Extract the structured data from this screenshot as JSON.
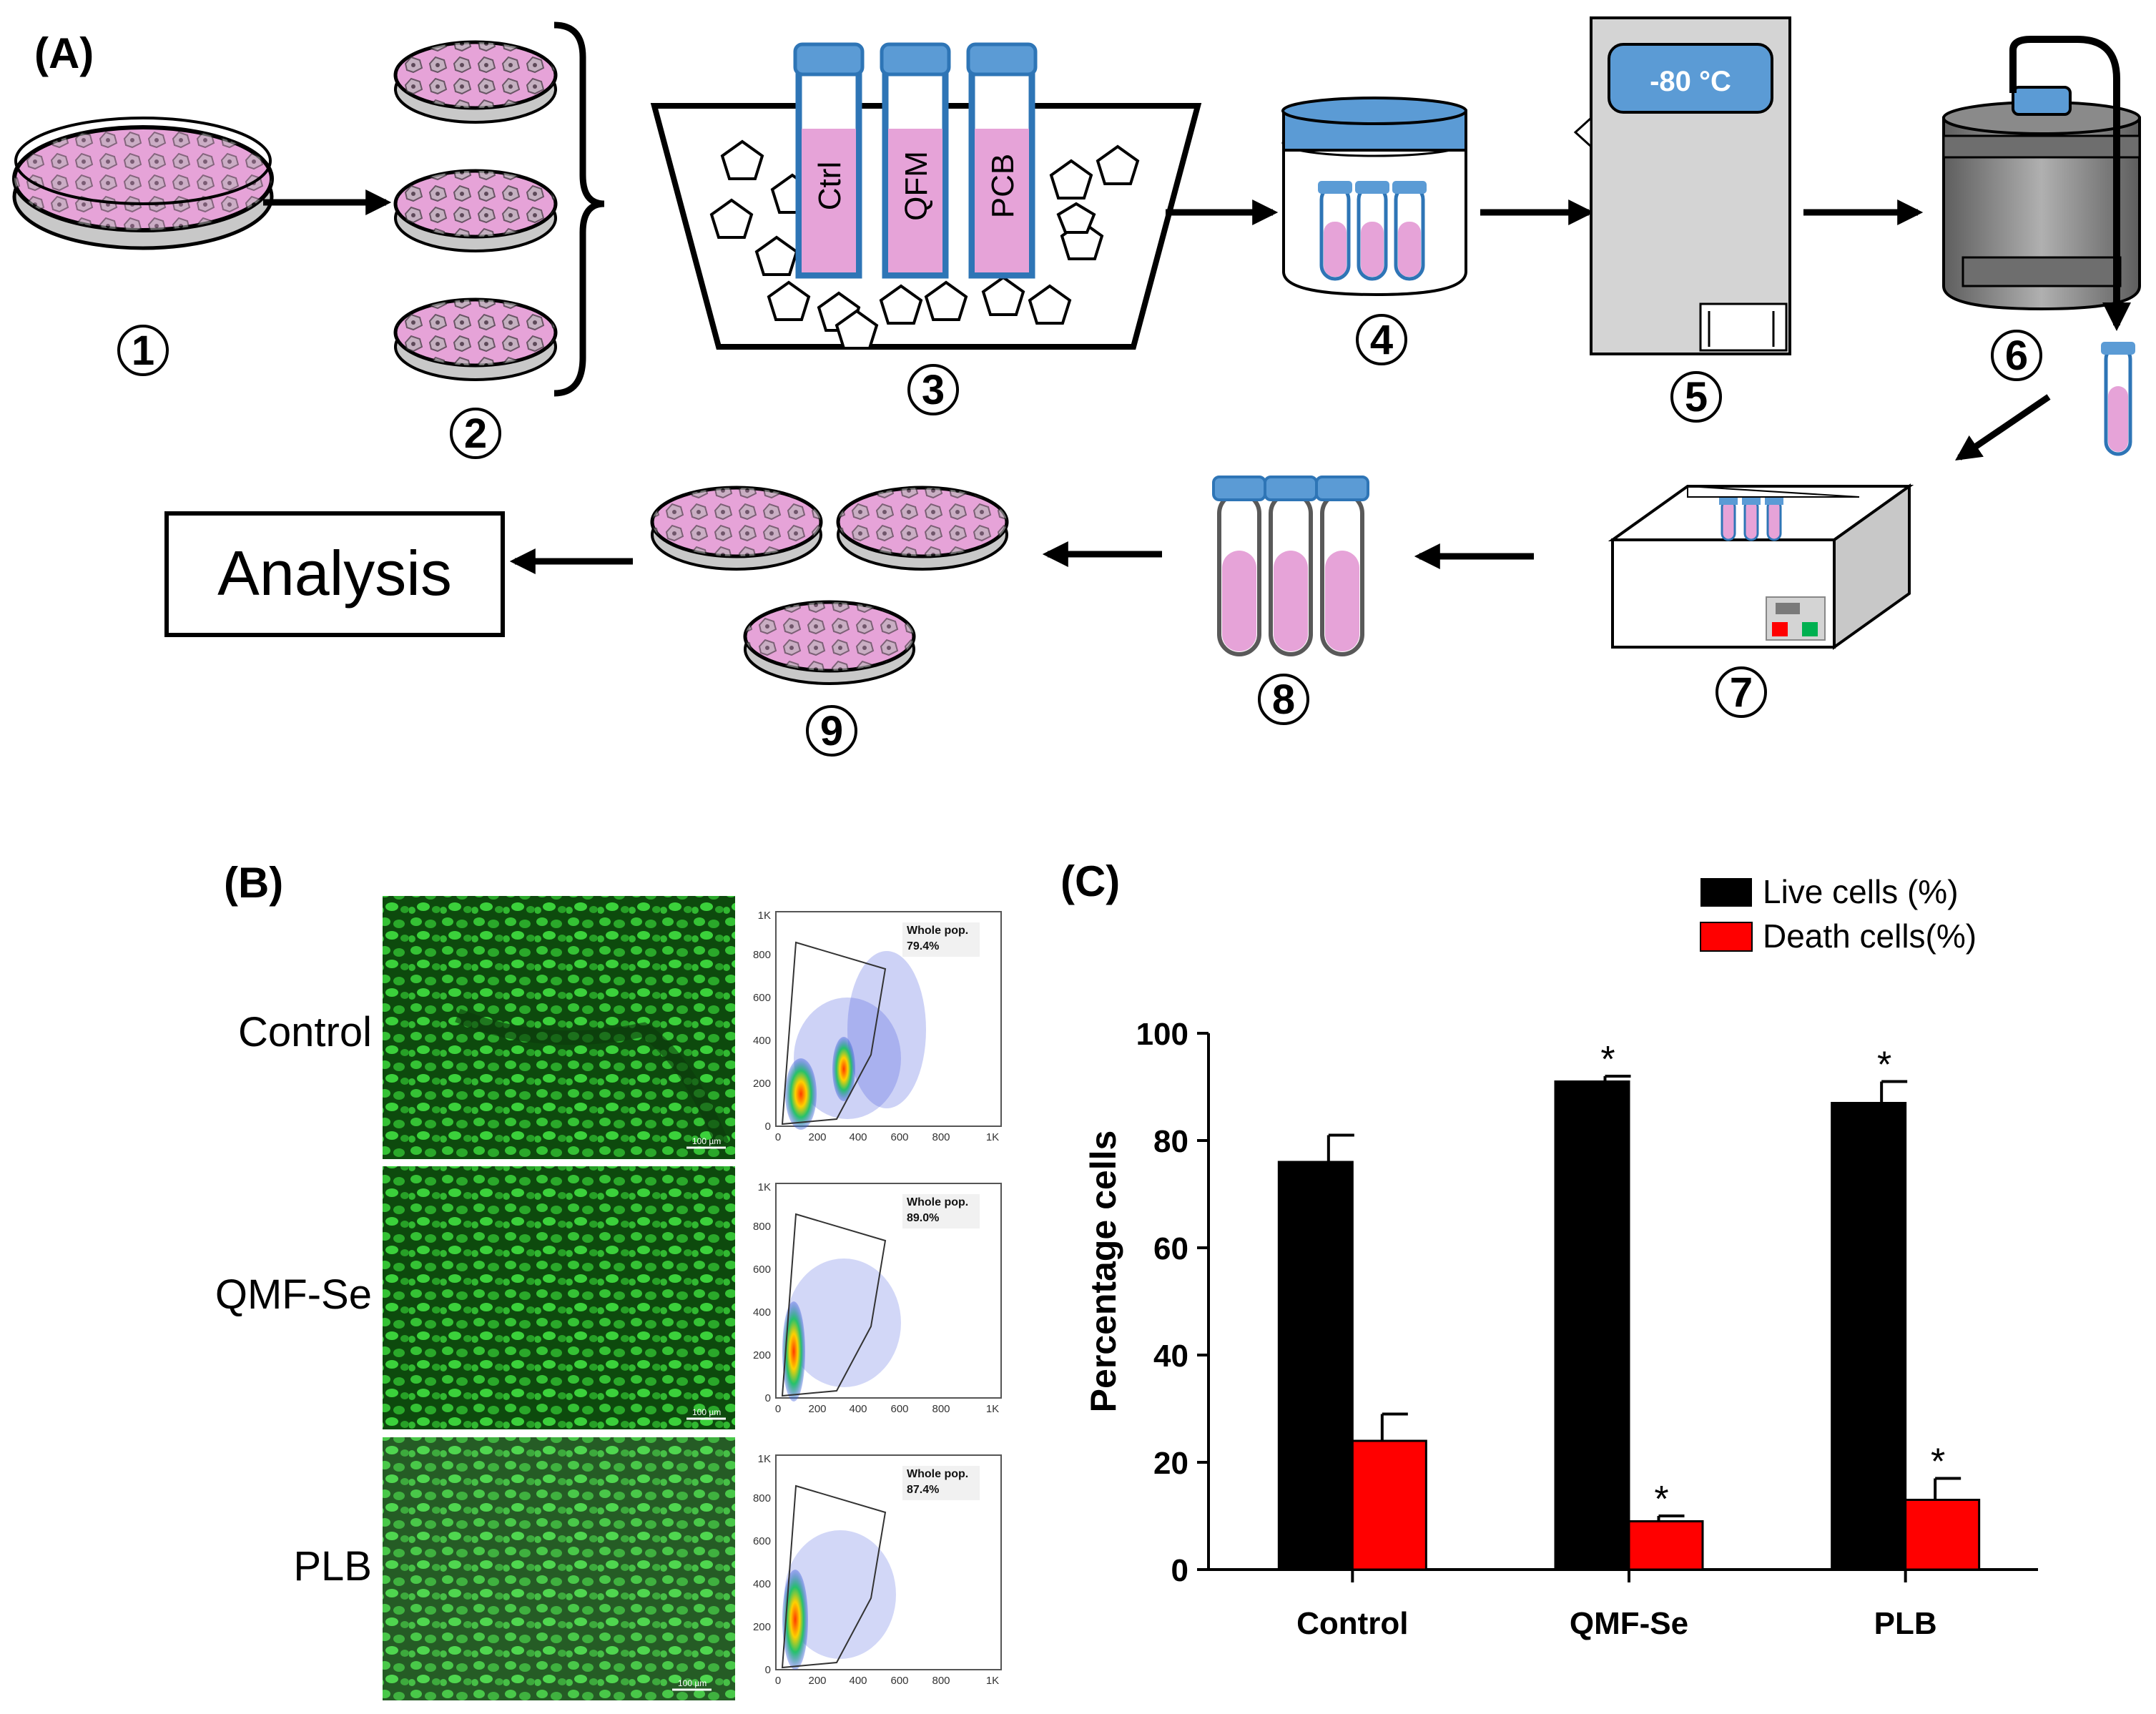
{
  "panels": {
    "a_label": "(A)",
    "b_label": "(B)",
    "c_label": "(C)"
  },
  "workflow": {
    "steps": [
      "1",
      "2",
      "3",
      "4",
      "5",
      "6",
      "7",
      "8",
      "9"
    ],
    "tube_labels": [
      "Ctrl",
      "QFM",
      "PCB"
    ],
    "freezer_temp": "-80 °C",
    "analysis_label": "Analysis"
  },
  "microscopy": {
    "rows": [
      "Control",
      "QMF-Se",
      "PLB"
    ],
    "scale_bar": "100 µm",
    "gate_name": "Whole pop.",
    "gate_percent": [
      "79.4%",
      "89.0%",
      "87.4%"
    ],
    "flow_y_ticks": [
      "0",
      "200",
      "400",
      "600",
      "800",
      "1K"
    ],
    "flow_x_ticks": [
      "0",
      "200",
      "400",
      "600",
      "800",
      "1K"
    ]
  },
  "chart_data": {
    "type": "bar",
    "categories": [
      "Control",
      "QMF-Se",
      "PLB"
    ],
    "series": [
      {
        "name": "Live cells (%)",
        "color": "#000000",
        "values": [
          76,
          91,
          87
        ],
        "errors": [
          5,
          1,
          4
        ],
        "significant": [
          false,
          true,
          true
        ]
      },
      {
        "name": "Death cells(%)",
        "color": "#ff0000",
        "values": [
          24,
          9,
          13
        ],
        "errors": [
          5,
          1,
          4
        ],
        "significant": [
          false,
          true,
          true
        ]
      }
    ],
    "ylabel": "Percentage cells",
    "ylim": [
      0,
      100
    ],
    "yticks": [
      0,
      20,
      40,
      60,
      80,
      100
    ],
    "significance_marker": "*",
    "legend_position": "top-right"
  },
  "colors": {
    "medium": "#e6a3d8",
    "cap": "#5b9bd5",
    "tube_outline": "#2e75b6",
    "fluor": "#2dbd2d"
  }
}
